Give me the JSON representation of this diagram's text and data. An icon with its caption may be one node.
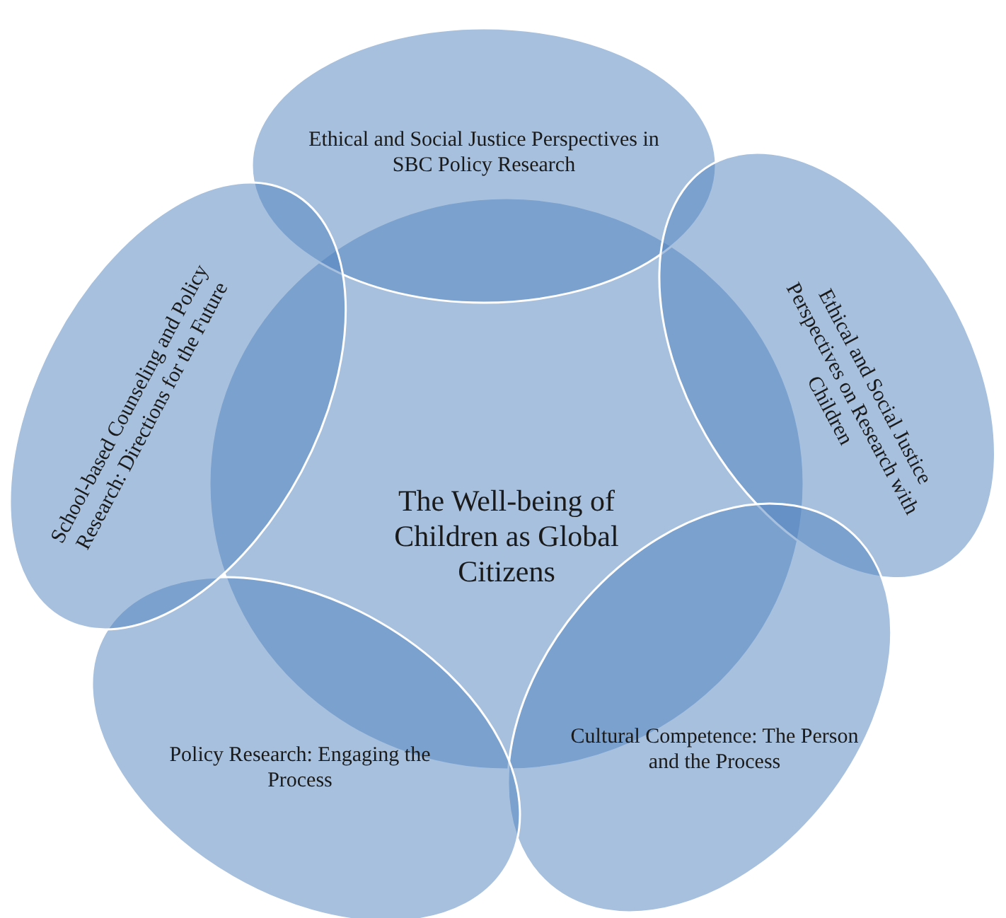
{
  "diagram": {
    "nodes": [
      {
        "text": [
          "The Well-being of Children as Global Citizens"
        ]
      },
      {
        "text": [
          "Ethical and Social Justice Perspectives in SBC Policy Research"
        ]
      },
      {
        "text": [
          "Ethical and Social Justice Perspectives on Research with Children"
        ]
      },
      {
        "text": [
          "Cultural Competence: The Person and the Process"
        ]
      },
      {
        "text": [
          "Policy Research: Engaging the Process"
        ]
      },
      {
        "text": [
          "School-based Counseling and Policy Research: Directions for the Future"
        ]
      }
    ]
  }
}
